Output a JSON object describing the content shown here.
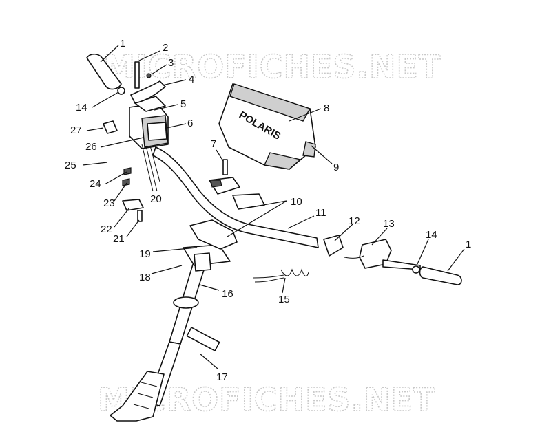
{
  "watermarks": [
    "MICROFICHES.NET",
    "MICROFICHES.NET"
  ],
  "brand_decal": "POLARIS",
  "callouts": [
    "1",
    "2",
    "3",
    "4",
    "14",
    "5",
    "6",
    "27",
    "26",
    "25",
    "24",
    "23",
    "20",
    "22",
    "21",
    "7",
    "8",
    "9",
    "10",
    "11",
    "12",
    "13",
    "14",
    "1",
    "19",
    "18",
    "16",
    "15",
    "17"
  ]
}
